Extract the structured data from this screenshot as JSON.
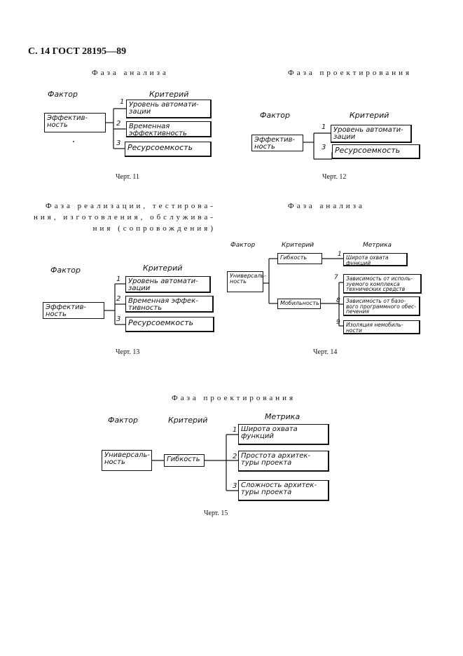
{
  "header": {
    "title": "С. 14 ГОСТ 28195—89"
  },
  "fig11": {
    "phase": "Фаза анализа",
    "factor_hdr": "Фактор",
    "criterion_hdr": "Критерий",
    "factor": "Эффектив-\nность",
    "criteria": [
      {
        "num": "1",
        "label": "Уровень автомати-\nзации"
      },
      {
        "num": "2",
        "label": "Временная\nэффективность"
      },
      {
        "num": "3",
        "label": "Ресурсоемкость"
      }
    ],
    "caption": "Черт. 11"
  },
  "fig12": {
    "phase": "Фаза проектирования",
    "factor_hdr": "Фактор",
    "criterion_hdr": "Критерий",
    "factor": "Эффектив-\nность",
    "criteria": [
      {
        "num": "1",
        "label": "Уровень автомати-\nзации"
      },
      {
        "num": "3",
        "label": "Ресурсоемкость"
      }
    ],
    "caption": "Черт. 12"
  },
  "fig13": {
    "phase": "Фаза реализации, тестирова-\nния, изготовления, обслужива-\nния (сопровождения)",
    "factor_hdr": "Фактор",
    "criterion_hdr": "Критерий",
    "factor": "Эффектив-\nность",
    "criteria": [
      {
        "num": "1",
        "label": "Уровень автомати-\nзации"
      },
      {
        "num": "2",
        "label": "Временная эффек-\nтивность"
      },
      {
        "num": "3",
        "label": "Ресурсоемкость"
      }
    ],
    "caption": "Черт. 13"
  },
  "fig14": {
    "phase": "Фаза анализа",
    "factor_hdr": "Фактор",
    "criterion_hdr": "Критерий",
    "metric_hdr": "Метрика",
    "factor": "Универсаль-\nность",
    "criteria": [
      {
        "label": "Гибкость"
      },
      {
        "label": "Мобильность"
      }
    ],
    "metrics": [
      {
        "num": "1",
        "label": "Широта охвата\nфункций"
      },
      {
        "num": "7",
        "label": "Зависимость от исполь-\nзуемого комплекса\nтехнических средств"
      },
      {
        "num": "8",
        "label": "Зависимость от базо-\nвого программного обес-\nпечения"
      },
      {
        "num": "9",
        "label": "Изоляция немобиль-\nности"
      }
    ],
    "caption": "Черт. 14"
  },
  "fig15": {
    "phase": "Фаза проектирования",
    "factor_hdr": "Фактор",
    "criterion_hdr": "Критерий",
    "metric_hdr": "Метрика",
    "factor": "Универсаль-\nность",
    "criterion": "Гибкость",
    "metrics": [
      {
        "num": "1",
        "label": "Широта охвата\nфункций"
      },
      {
        "num": "2",
        "label": "Простота архитек-\nтуры проекта"
      },
      {
        "num": "3",
        "label": "Сложность архитек-\nтуры проекта"
      }
    ],
    "caption": "Черт. 15"
  }
}
